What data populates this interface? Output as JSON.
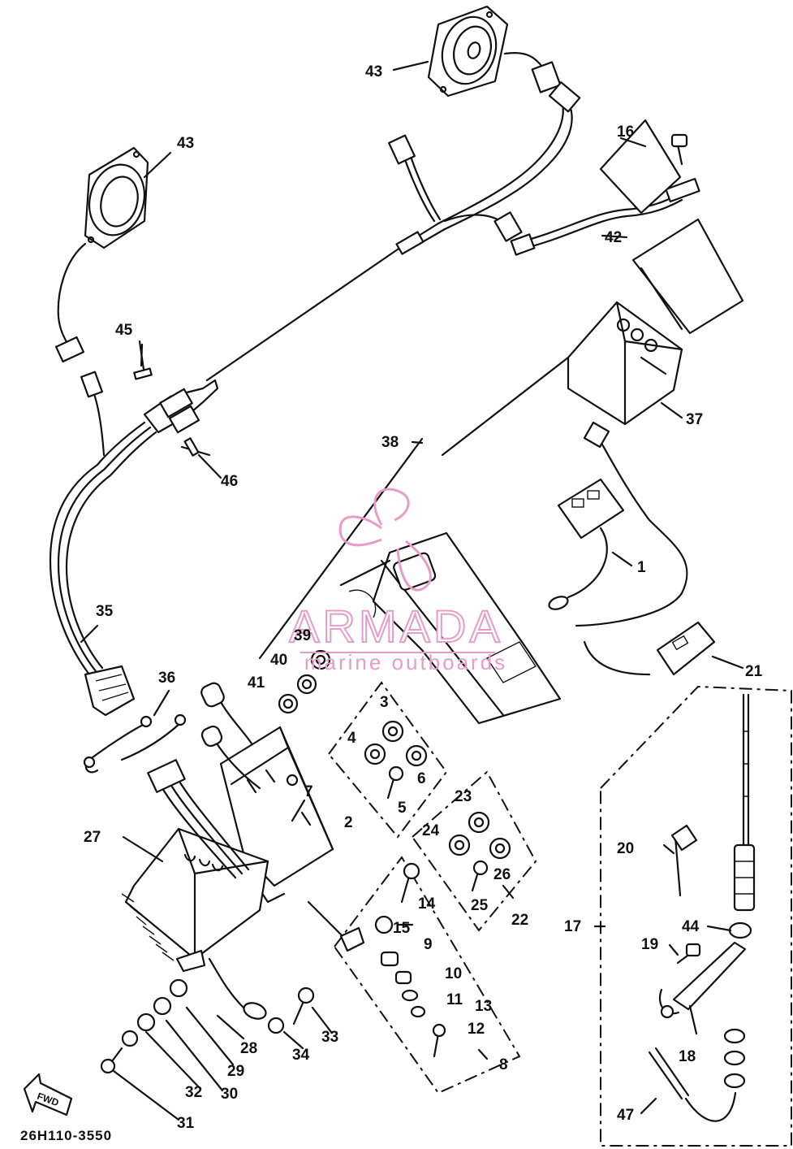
{
  "diagram": {
    "callouts": [
      "1",
      "2",
      "3",
      "4",
      "5",
      "6",
      "7",
      "8",
      "9",
      "10",
      "11",
      "12",
      "13",
      "14",
      "15",
      "16",
      "17",
      "18",
      "19",
      "20",
      "21",
      "22",
      "23",
      "24",
      "25",
      "26",
      "27",
      "28",
      "29",
      "30",
      "31",
      "32",
      "33",
      "34",
      "35",
      "36",
      "37",
      "38",
      "39",
      "40",
      "41",
      "42",
      "43",
      "44",
      "45",
      "46",
      "47"
    ],
    "drawing_code": "26H110-3550",
    "direction_marker": "FWD"
  },
  "watermark": {
    "brand": "ARMADA",
    "tagline": "marine outboards",
    "color": "#e79bc9"
  },
  "colors": {
    "ink": "#111111",
    "paper": "#ffffff"
  }
}
